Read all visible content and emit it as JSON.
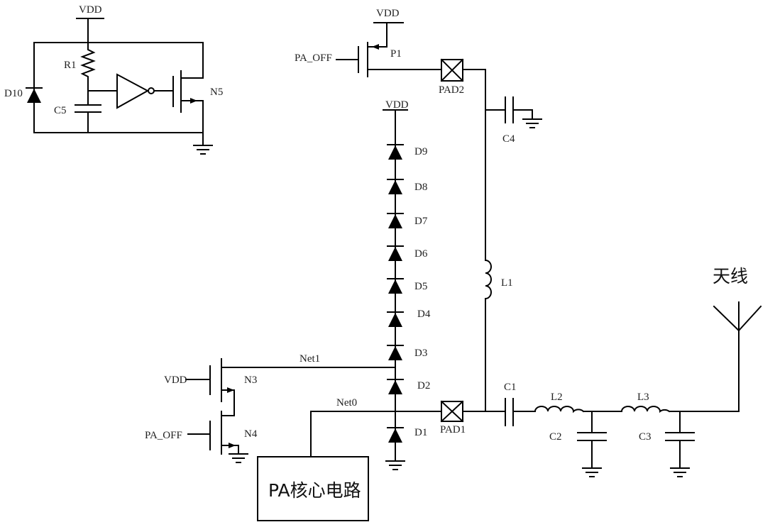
{
  "supplies": {
    "vdd_top_left": "VDD",
    "vdd_top_mid": "VDD",
    "vdd_diode_chain": "VDD",
    "vdd_n3_gate": "VDD"
  },
  "signals": {
    "pa_off_p1": "PA_OFF",
    "pa_off_n4": "PA_OFF"
  },
  "nets": {
    "net1": "Net1",
    "net0": "Net0"
  },
  "transistors": {
    "p1": "P1",
    "n3": "N3",
    "n4": "N4",
    "n5": "N5"
  },
  "pads": {
    "pad1": "PAD1",
    "pad2": "PAD2"
  },
  "resistors": {
    "r1": "R1"
  },
  "capacitors": {
    "c1": "C1",
    "c2": "C2",
    "c3": "C3",
    "c4": "C4",
    "c5": "C5"
  },
  "inductors": {
    "l1": "L1",
    "l2": "L2",
    "l3": "L3"
  },
  "diodes": {
    "d1": "D1",
    "d2": "D2",
    "d3": "D3",
    "d4": "D4",
    "d5": "D5",
    "d6": "D6",
    "d7": "D7",
    "d8": "D8",
    "d9": "D9",
    "d10": "D10"
  },
  "blocks": {
    "pa_core": "PA核心电路"
  },
  "antenna_label": "天线"
}
